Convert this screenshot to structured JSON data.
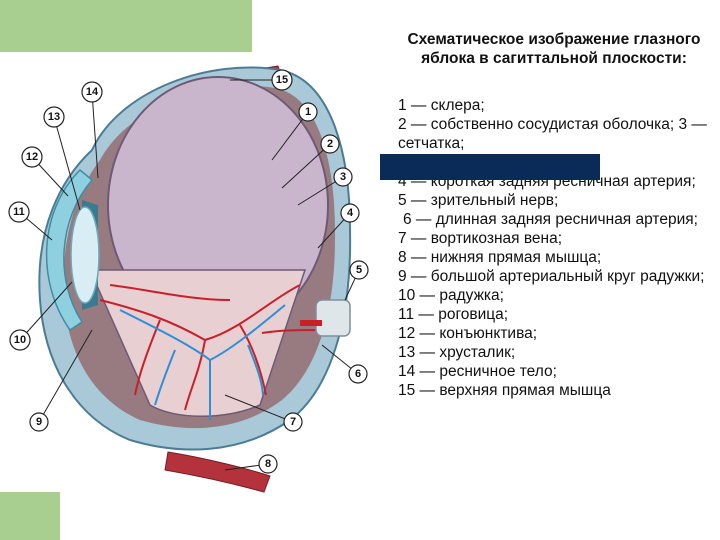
{
  "title": "Схематическое изображение глазного яблока в сагиттальной плоскости:",
  "legend": [
    "1 — склера;",
    "2 — собственно сосудистая оболочка; 3 — сетчатка;",
    "4 — короткая задняя ресничная артерия;",
    "5 — зрительный нерв;",
    "6 — длинная задняя ресничная артерия;",
    "7 — вортикозная вена;",
    "8 — нижняя прямая мышца;",
    "9 — большой артериальный круг радужки;",
    "10 — радужка;",
    "11 — роговица;",
    "12 — конъюнктива;",
    "13 — хрусталик;",
    "14 — ресничное тело;",
    "15 — верхняя прямая мышца"
  ],
  "callouts": [
    "1",
    "2",
    "3",
    "4",
    "5",
    "6",
    "7",
    "8",
    "9",
    "10",
    "11",
    "12",
    "13",
    "14",
    "15"
  ],
  "colors": {
    "accent": "#a8cf8f",
    "redact": "#0a2b57",
    "artery": "#c8202a",
    "vein": "#2f8fd6",
    "sclera": "#a9c9d8",
    "vitreous": "#c9b6cc"
  }
}
